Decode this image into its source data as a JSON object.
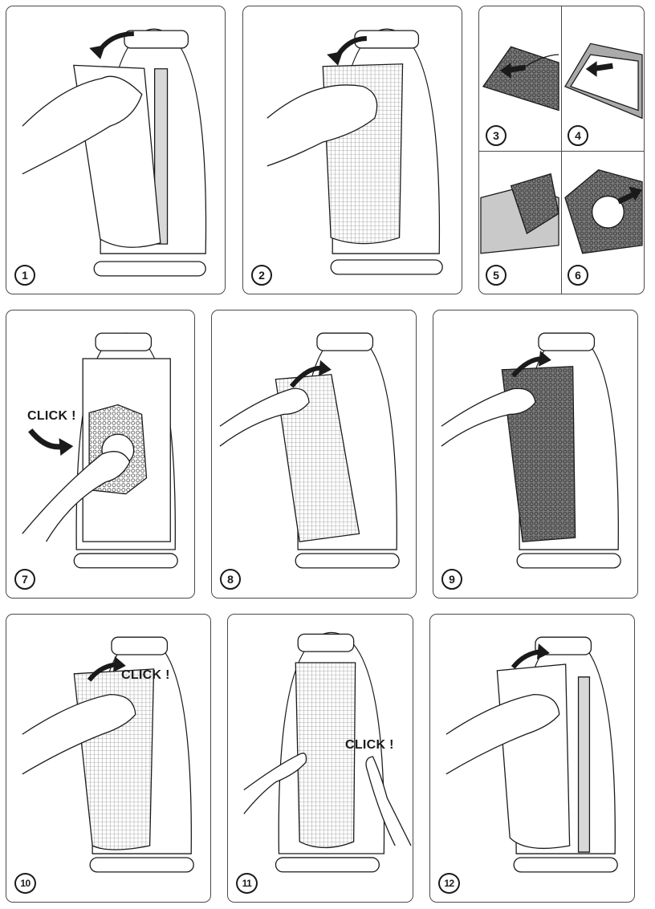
{
  "steps": {
    "s1": "1",
    "s2": "2",
    "s3": "3",
    "s4": "4",
    "s5": "5",
    "s6": "6",
    "s7": "7",
    "s8": "8",
    "s9": "9",
    "s10": "10",
    "s11": "11",
    "s12": "12"
  },
  "annotations": {
    "click": "CLICK !"
  },
  "colors": {
    "line": "#1a1a1a",
    "frame": "#4a4a4a",
    "mesh": "#6b6b6b",
    "filter_dark": "#5a5a5a"
  },
  "icons": [
    "curved-arrow-icon",
    "straight-arrow-icon",
    "hand-icon",
    "air-purifier-icon",
    "filter-mesh-icon"
  ]
}
